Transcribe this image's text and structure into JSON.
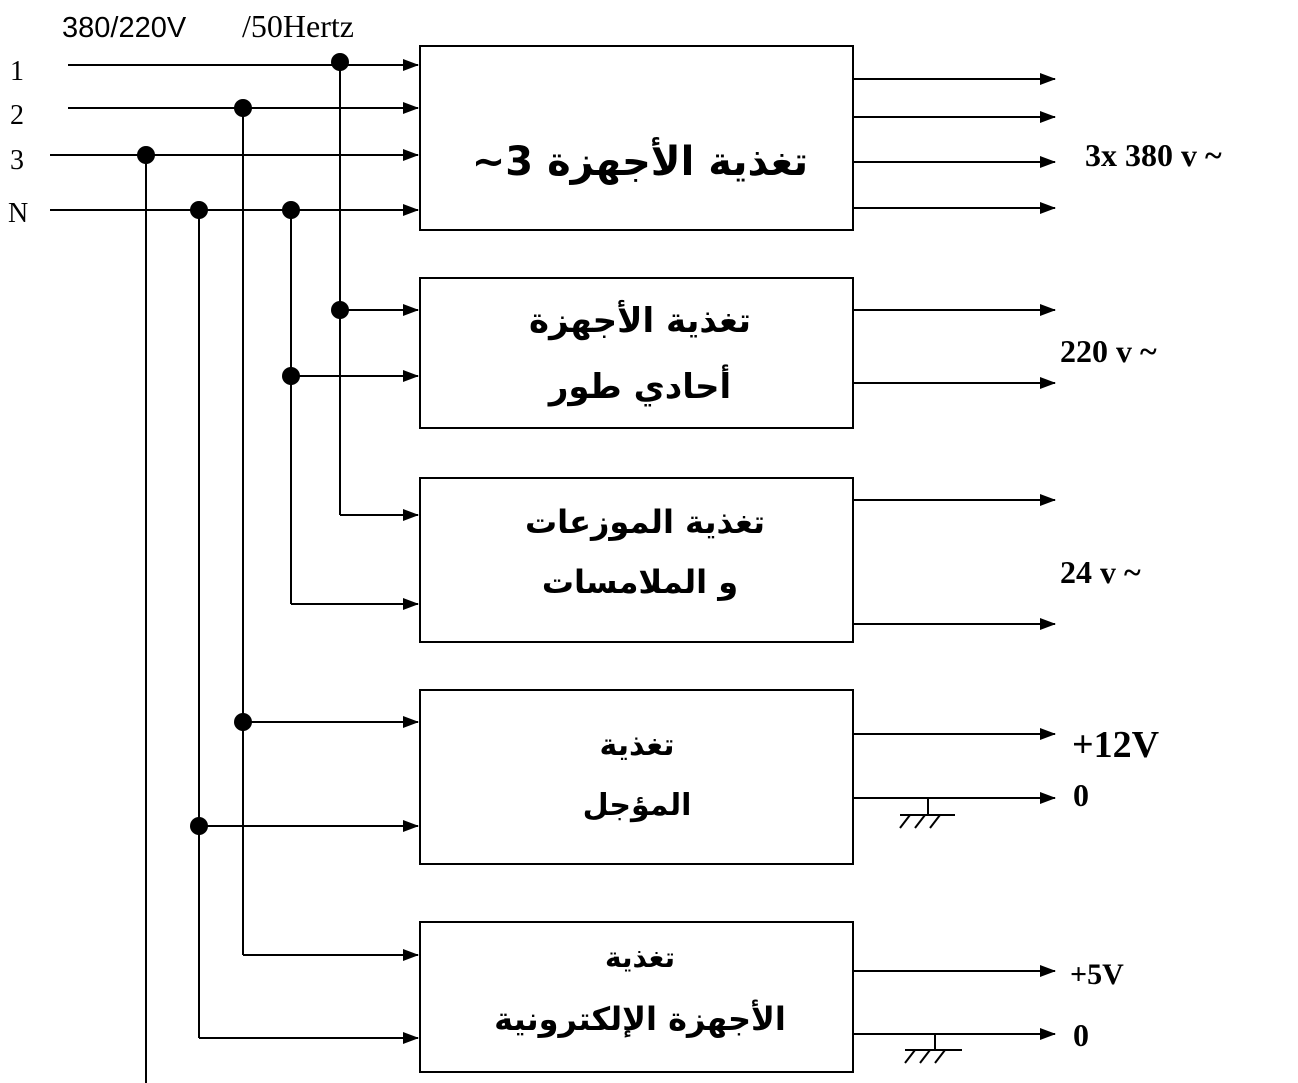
{
  "header": {
    "voltage_label": "380/220V",
    "frequency_label": "/50Hertz"
  },
  "inputs": [
    {
      "label": "1"
    },
    {
      "label": "2"
    },
    {
      "label": "3"
    },
    {
      "label": "N"
    }
  ],
  "blocks": [
    {
      "line1": "تغذية الأجهزة 3~",
      "line2": ""
    },
    {
      "line1": "تغذية الأجهزة",
      "line2": "أحادي طور"
    },
    {
      "line1": "تغذية الموزعات",
      "line2": "و الملامسات"
    },
    {
      "line1": "تغذية",
      "line2": "المؤجل"
    },
    {
      "line1": "تغذية",
      "line2": "الأجهزة الإلكترونية"
    }
  ],
  "outputs": {
    "three_phase": "3x 380 v ~",
    "single_phase": "220 v ~",
    "contactors": "24 v ~",
    "relay_positive": "+12V",
    "relay_zero": "0",
    "electronics_positive": "+5V",
    "electronics_zero": "0"
  },
  "colors": {
    "line": "#000000",
    "background": "#ffffff"
  }
}
